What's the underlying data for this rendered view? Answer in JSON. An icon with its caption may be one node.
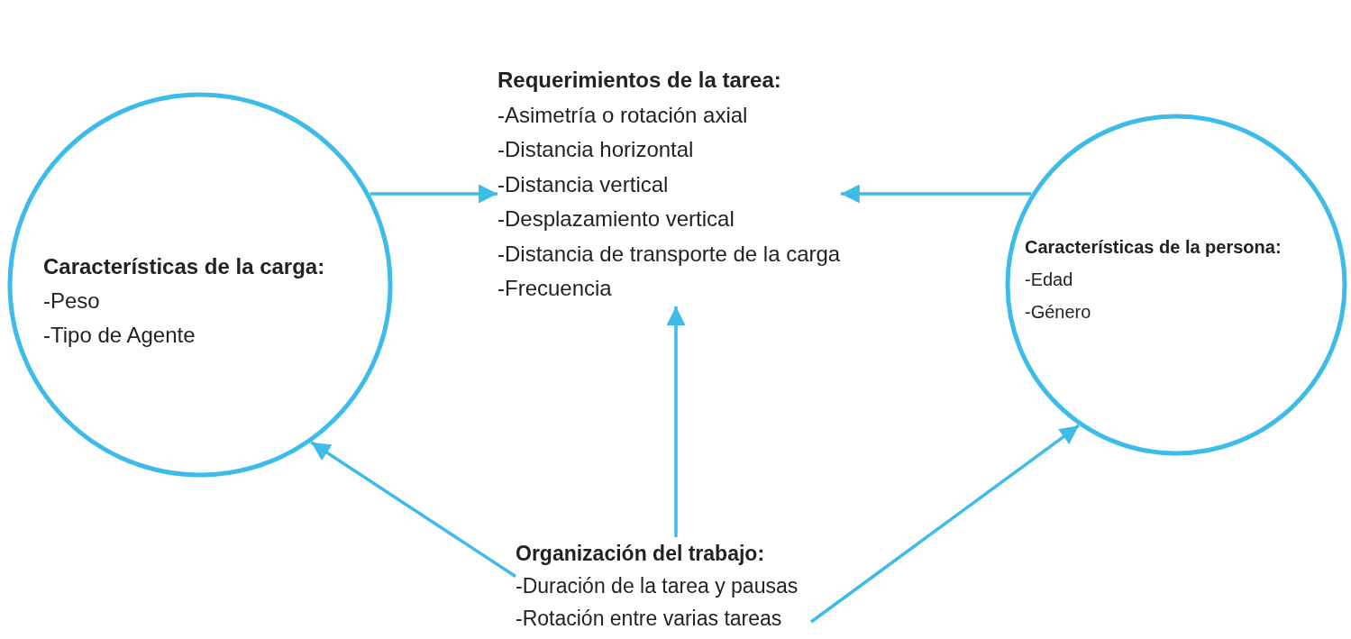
{
  "diagram": {
    "nodes": [
      {
        "text": [
          "Características de la carga:",
          "-Peso",
          "-Tipo de Agente"
        ]
      },
      {
        "text": [
          "Requerimientos de la tarea:",
          "-Asimetría o rotación axial",
          "-Distancia horizontal",
          "-Distancia vertical",
          "-Desplazamiento vertical",
          "-Distancia de transporte de la carga",
          "-Frecuencia"
        ]
      },
      {
        "text": [
          "Características de la persona:",
          "-Edad",
          "-Género"
        ]
      },
      {
        "text": [
          "Organización del trabajo:",
          "-Duración de la tarea y pausas",
          "-Rotación entre varias tareas"
        ]
      }
    ],
    "edges": [
      {
        "from": 0,
        "to": 1,
        "arrow": "to"
      },
      {
        "from": 2,
        "to": 1,
        "arrow": "to"
      },
      {
        "from": 3,
        "to": 1,
        "arrow": "to"
      },
      {
        "from": 3,
        "to": 0,
        "arrow": "to"
      },
      {
        "from": 3,
        "to": 2,
        "arrow": "to"
      }
    ]
  }
}
